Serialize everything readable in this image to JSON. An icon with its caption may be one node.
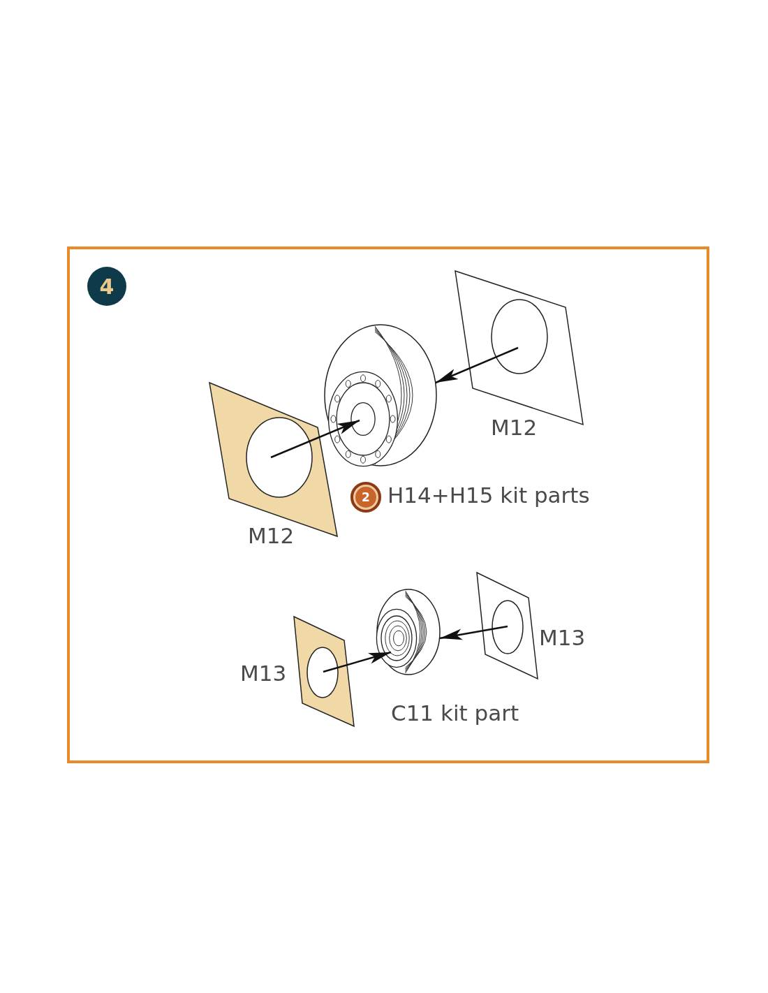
{
  "diagram": {
    "nodes": [
      {
        "text": [
          "4"
        ]
      },
      {
        "text": [],
        "shape": "box",
        "beside": [
          "M12"
        ]
      },
      {
        "text": [],
        "shape": "picture",
        "beside": [
          "H14+H15 kit parts"
        ]
      },
      {
        "text": [],
        "shape": "box",
        "beside": [
          "M12"
        ]
      },
      {
        "text": [],
        "shape": "box",
        "beside": [
          "M13"
        ]
      },
      {
        "text": [],
        "shape": "picture",
        "beside": [
          "C11 kit part"
        ]
      },
      {
        "text": [],
        "shape": "box",
        "beside": [
          "M13"
        ]
      }
    ],
    "edges": [
      {
        "from": 1,
        "to": 2,
        "arrow": "to"
      },
      {
        "from": 3,
        "to": 2,
        "arrow": "to"
      },
      {
        "from": 4,
        "to": 5,
        "arrow": "to"
      },
      {
        "from": 6,
        "to": 5,
        "arrow": "to"
      }
    ],
    "labels": [
      "2"
    ]
  }
}
